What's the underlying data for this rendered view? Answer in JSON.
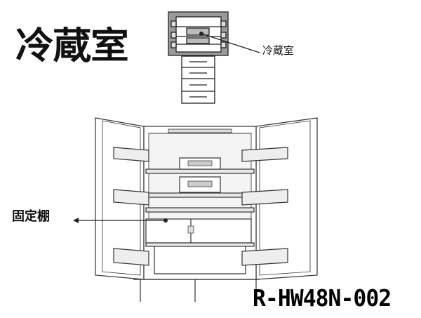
{
  "title": "冷蔵室",
  "callout_label": "冷蔵室",
  "shelf_label": "固定棚",
  "model_number": "R-HW48N-002",
  "colors": {
    "line": "#222222",
    "highlight_fill": "#9a9a9a",
    "background": "#ffffff"
  }
}
